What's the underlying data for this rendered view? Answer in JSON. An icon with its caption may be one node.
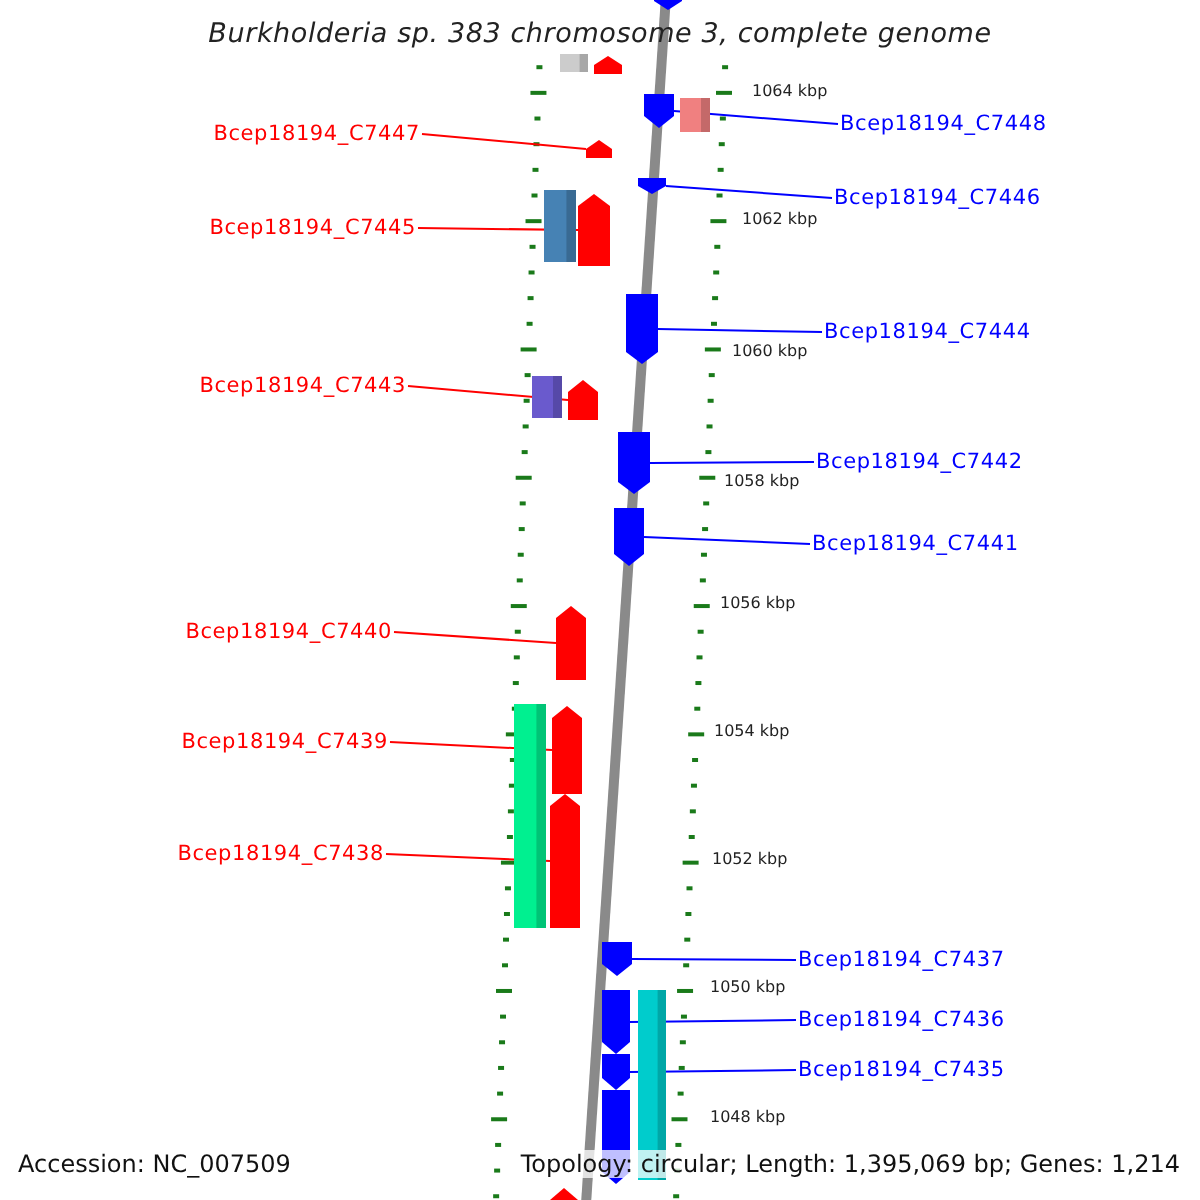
{
  "diagram": {
    "title": "Burkholderia sp. 383 chromosome 3, complete genome",
    "nodes": [
      {
        "text": [
          "Bcep18194_C7447"
        ]
      },
      {
        "text": [
          "Bcep18194_C7448"
        ]
      },
      {
        "text": [
          "Bcep18194_C7445"
        ]
      },
      {
        "text": [
          "Bcep18194_C7446"
        ]
      },
      {
        "text": [
          "Bcep18194_C7444"
        ]
      },
      {
        "text": [
          "Bcep18194_C7443"
        ]
      },
      {
        "text": [
          "Bcep18194_C7442"
        ]
      },
      {
        "text": [
          "Bcep18194_C7441"
        ]
      },
      {
        "text": [
          "Bcep18194_C7440"
        ]
      },
      {
        "text": [
          "Bcep18194_C7439"
        ]
      },
      {
        "text": [
          "Bcep18194_C7438"
        ]
      },
      {
        "text": [
          "Bcep18194_C7437"
        ]
      },
      {
        "text": [
          "Bcep18194_C7436"
        ]
      },
      {
        "text": [
          "Bcep18194_C7435"
        ]
      },
      {
        "text": [],
        "shape": "arrow"
      },
      {
        "text": [],
        "shape": "box"
      },
      {
        "text": [],
        "shape": "arrow"
      },
      {
        "text": [],
        "shape": "arrow"
      },
      {
        "text": [],
        "shape": "box"
      },
      {
        "text": [],
        "shape": "arrow"
      },
      {
        "text": [],
        "shape": "arrow"
      },
      {
        "text": [],
        "shape": "box"
      },
      {
        "text": [],
        "shape": "arrow"
      },
      {
        "text": [],
        "shape": "arrow"
      },
      {
        "text": [],
        "shape": "box"
      },
      {
        "text": [],
        "shape": "arrow"
      },
      {
        "text": [],
        "shape": "arrow"
      },
      {
        "text": [],
        "shape": "arrow"
      },
      {
        "text": [],
        "shape": "arrow"
      },
      {
        "text": [],
        "shape": "box"
      },
      {
        "text": [],
        "shape": "arrow"
      },
      {
        "text": [],
        "shape": "arrow"
      },
      {
        "text": [],
        "shape": "arrow"
      },
      {
        "text": [],
        "shape": "arrow"
      },
      {
        "text": [],
        "shape": "box"
      },
      {
        "text": [],
        "shape": "arrow"
      },
      {
        "text": [],
        "shape": "arrow"
      },
      {
        "text": [],
        "shape": "arrow"
      }
    ],
    "edges": [
      {
        "from": 0,
        "to": 19,
        "arrow": "none",
        "color": "#ff0000"
      },
      {
        "from": 1,
        "to": 17,
        "arrow": "none",
        "color": "#0000ff"
      },
      {
        "from": 2,
        "to": 22,
        "arrow": "none",
        "color": "#ff0000"
      },
      {
        "from": 3,
        "to": 20,
        "arrow": "none",
        "color": "#0000ff"
      },
      {
        "from": 4,
        "to": 23,
        "arrow": "none",
        "color": "#0000ff"
      },
      {
        "from": 5,
        "to": 25,
        "arrow": "none",
        "color": "#ff0000"
      },
      {
        "from": 6,
        "to": 26,
        "arrow": "none",
        "color": "#0000ff"
      },
      {
        "from": 7,
        "to": 27,
        "arrow": "none",
        "color": "#0000ff"
      },
      {
        "from": 8,
        "to": 28,
        "arrow": "none",
        "color": "#ff0000"
      },
      {
        "from": 9,
        "to": 30,
        "arrow": "none",
        "color": "#ff0000"
      },
      {
        "from": 10,
        "to": 31,
        "arrow": "none",
        "color": "#ff0000"
      },
      {
        "from": 11,
        "to": 32,
        "arrow": "none",
        "color": "#0000ff"
      },
      {
        "from": 12,
        "to": 33,
        "arrow": "none",
        "color": "#0000ff"
      },
      {
        "from": 13,
        "to": 35,
        "arrow": "none",
        "color": "#0000ff"
      }
    ],
    "labels": [
      "1064 kbp",
      "1062 kbp",
      "1060 kbp",
      "1058 kbp",
      "1056 kbp",
      "1054 kbp",
      "1052 kbp",
      "1050 kbp",
      "1048 kbp",
      "Accession: NC_007509",
      "Topology: circular; Length: 1,395,069 bp; Genes: 1,214"
    ]
  }
}
